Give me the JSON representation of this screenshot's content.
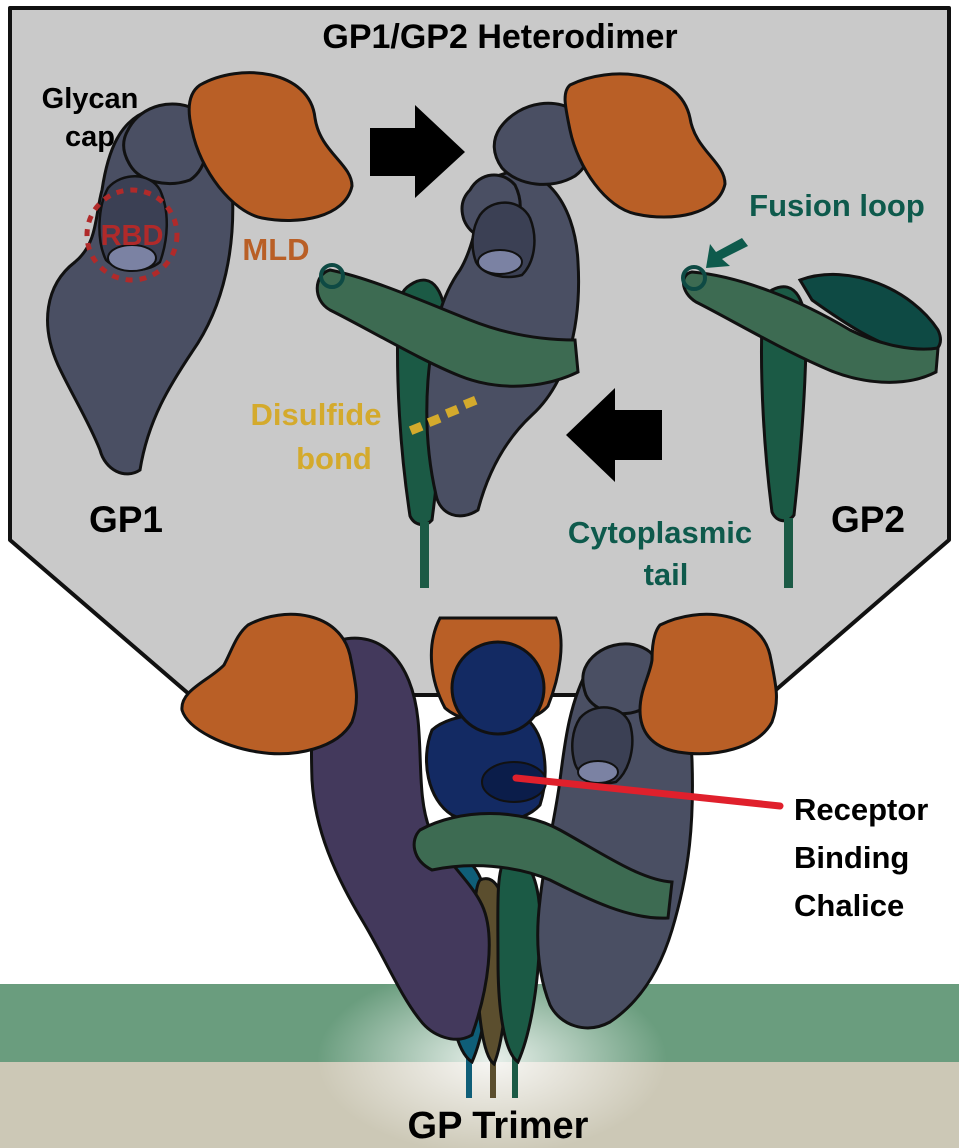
{
  "title": "GP1/GP2 Heterodimer",
  "labels": {
    "glycan_cap_line1": "Glycan",
    "glycan_cap_line2": "cap",
    "rbd": "RBD",
    "mld": "MLD",
    "fusion_loop": "Fusion loop",
    "disulfide_line1": "Disulfide",
    "disulfide_line2": "bond",
    "gp1": "GP1",
    "gp2": "GP2",
    "cytoplasmic_line1": "Cytoplasmic",
    "cytoplasmic_line2": "tail",
    "chalice_line1": "Receptor",
    "chalice_line2": "Binding",
    "chalice_line3": "Chalice",
    "trimer": "GP Trimer"
  },
  "colors": {
    "panel_bg": "#c9c9c9",
    "gp1_slate": "#4a4f63",
    "gp1_slate_light": "#6a7190",
    "mld_orange": "#b95f26",
    "gp2_green": "#3d6b52",
    "gp2_dark_green": "#1b5a45",
    "dark_teal": "#0e4a44",
    "fusion_label": "#0e5a4c",
    "purple": "#43395c",
    "navy": "#132a63",
    "teal_blue": "#0f5e78",
    "rbd_red": "#b02a2a",
    "disulfide_gold": "#d4aa2c",
    "chalice_pointer": "#e0202c",
    "membrane_green": "#6a9d7e",
    "membrane_beige": "#ccc8b6"
  }
}
